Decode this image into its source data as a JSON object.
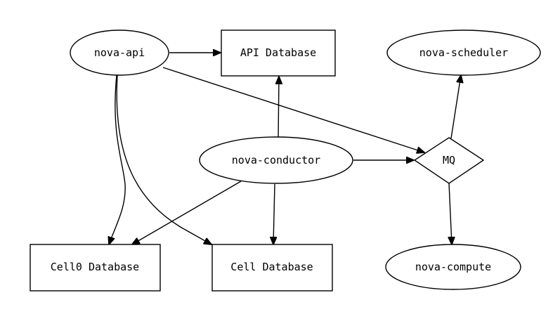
{
  "diagram": {
    "nodes": {
      "nova_api": "nova-api",
      "api_database": "API Database",
      "nova_scheduler": "nova-scheduler",
      "nova_conductor": "nova-conductor",
      "mq": "MQ",
      "cell0_database": "Cell0 Database",
      "cell_database": "Cell Database",
      "nova_compute": "nova-compute"
    },
    "edges": [
      {
        "from": "nova-api",
        "to": "API Database"
      },
      {
        "from": "nova-api",
        "to": "MQ"
      },
      {
        "from": "nova-api",
        "to": "Cell0 Database"
      },
      {
        "from": "nova-api",
        "to": "Cell Database"
      },
      {
        "from": "nova-conductor",
        "to": "API Database"
      },
      {
        "from": "nova-conductor",
        "to": "MQ"
      },
      {
        "from": "nova-conductor",
        "to": "Cell0 Database"
      },
      {
        "from": "nova-conductor",
        "to": "Cell Database"
      },
      {
        "from": "MQ",
        "to": "nova-scheduler"
      },
      {
        "from": "MQ",
        "to": "nova-compute"
      }
    ],
    "colors": {
      "stroke": "#000000",
      "fill": "#ffffff",
      "background": "#ffffff"
    }
  }
}
